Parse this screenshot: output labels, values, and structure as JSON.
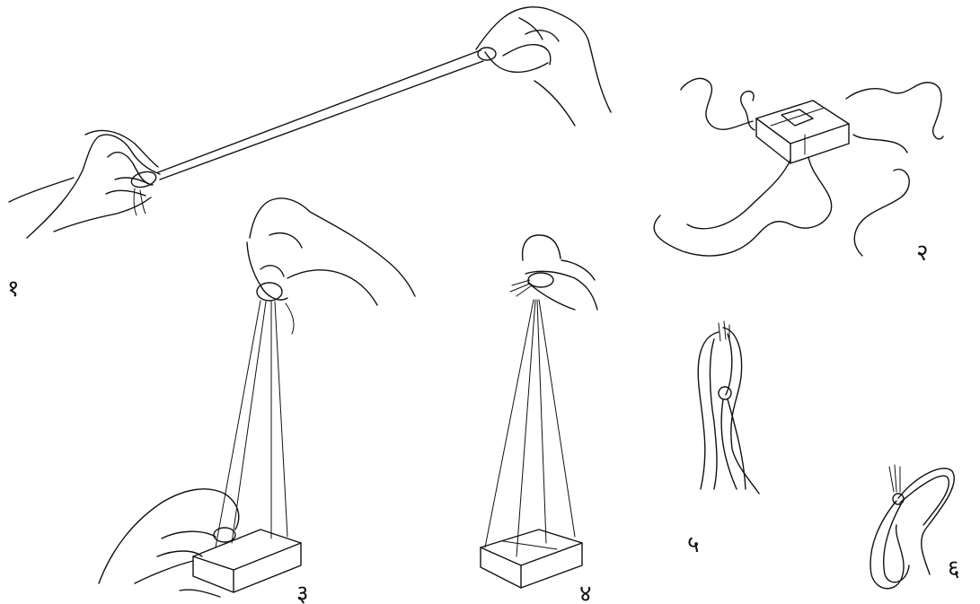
{
  "steps": [
    {
      "label": "१"
    },
    {
      "label": "२"
    },
    {
      "label": "३"
    },
    {
      "label": "४"
    },
    {
      "label": "५"
    },
    {
      "label": "६"
    }
  ]
}
